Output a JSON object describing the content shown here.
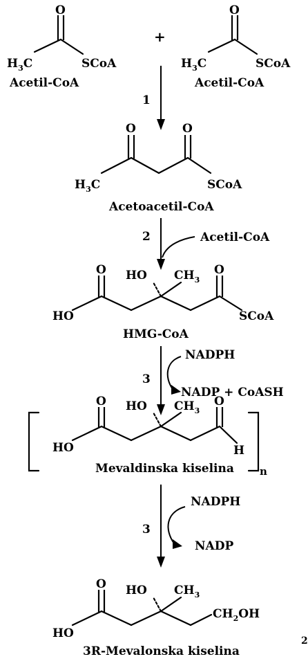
{
  "molecules": {
    "acetyl_left": {
      "ch3": "H",
      "ch3_sub": "3",
      "ch3_c": "C",
      "o": "O",
      "scoa": "SCoA",
      "name": "Acetil-CoA"
    },
    "plus": "+",
    "acetyl_right": {
      "ch3": "H",
      "ch3_sub": "3",
      "ch3_c": "C",
      "o": "O",
      "scoa": "SCoA",
      "name": "Acetil-CoA"
    },
    "acetoacetyl": {
      "ch3": "H",
      "ch3_sub": "3",
      "ch3_c": "C",
      "o1": "O",
      "o2": "O",
      "scoa": "SCoA",
      "name": "Acetoacetil-CoA"
    },
    "hmg": {
      "o1": "O",
      "ho": "HO",
      "ch3": "CH",
      "ch3_sub": "3",
      "o2": "O",
      "ho_acid": "HO",
      "scoa": "SCoA",
      "name": "HMG-CoA"
    },
    "mevaldic": {
      "o1": "O",
      "ho": "HO",
      "ch3": "CH",
      "ch3_sub": "3",
      "o2": "O",
      "ho_acid": "HO",
      "h": "H",
      "subscript_n": "n",
      "name": "Mevaldinska kiselina"
    },
    "mevalonic": {
      "o1": "O",
      "ho": "HO",
      "ch3": "CH",
      "ch3_sub": "3",
      "ho_acid": "HO",
      "ch2oh_a": "CH",
      "ch2oh_sub": "2",
      "ch2oh_b": "OH",
      "name": "3R-Mevalonska kiselina"
    }
  },
  "steps": [
    {
      "number": "1"
    },
    {
      "number": "2",
      "cofactor_in": "Acetil-CoA"
    },
    {
      "number": "3",
      "cofactor_in": "NADPH",
      "cofactor_out": "NADP + CoASH"
    },
    {
      "number": "3",
      "cofactor_in": "NADPH",
      "cofactor_out": "NADP"
    }
  ],
  "page_marker": "2"
}
